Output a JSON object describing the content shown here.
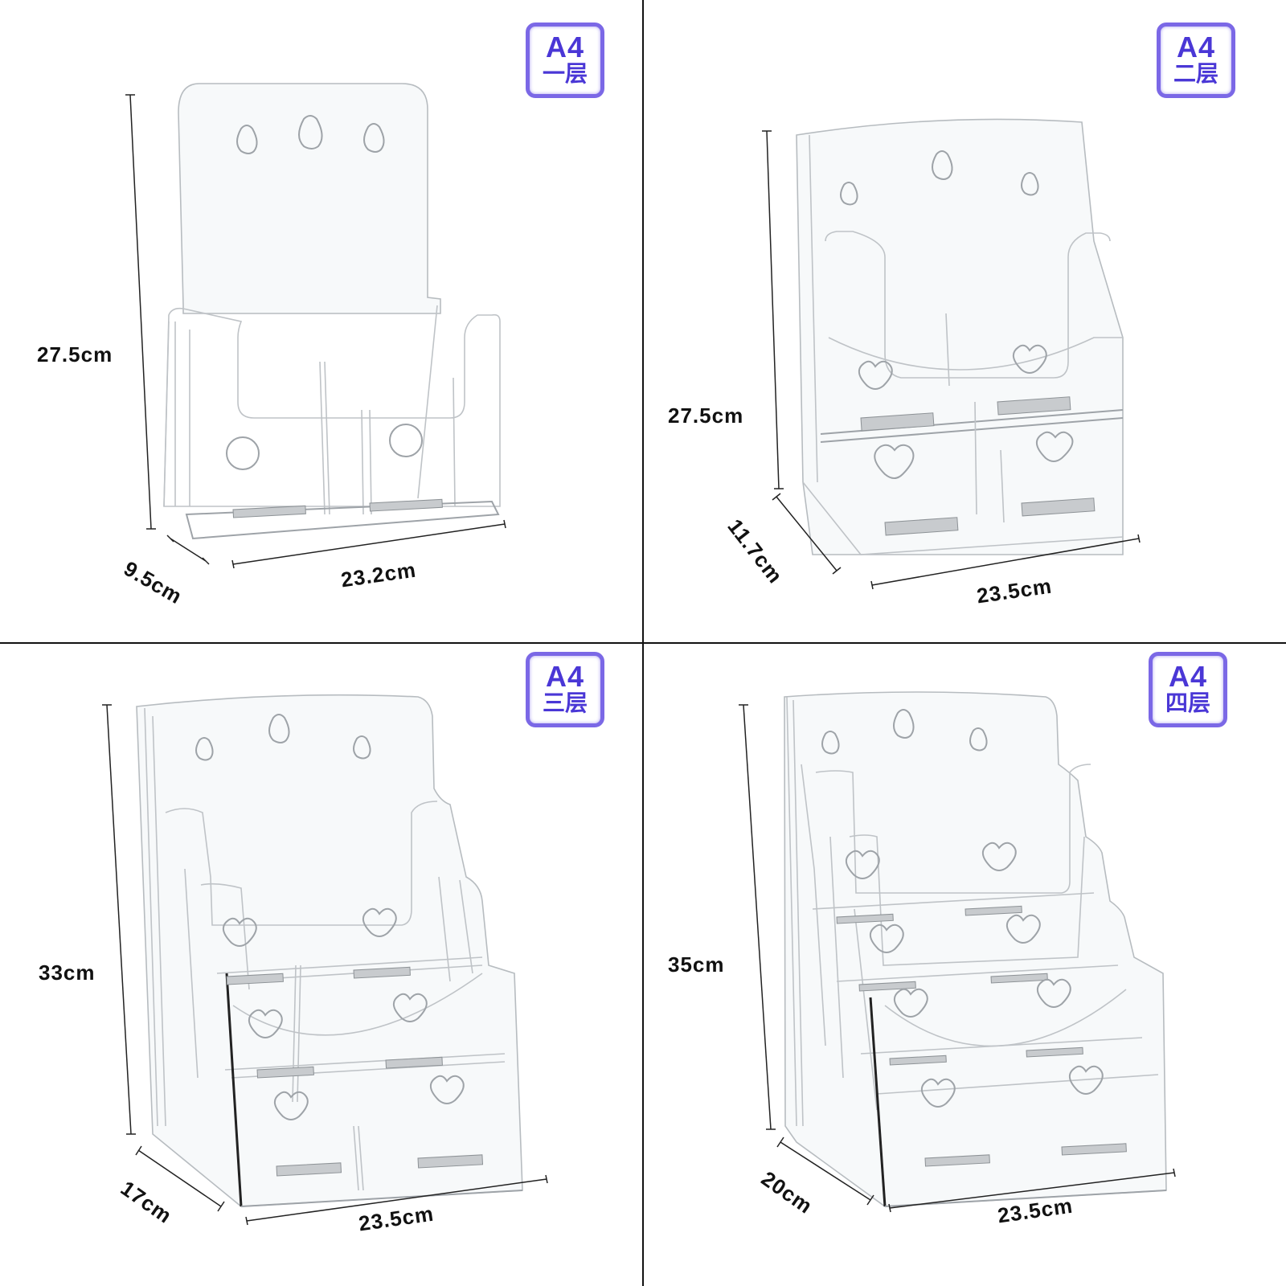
{
  "panels": [
    {
      "badge": {
        "size": "A4",
        "tier": "一层"
      },
      "dimensions": {
        "height": "27.5cm",
        "depth": "9.5cm",
        "width": "23.2cm"
      }
    },
    {
      "badge": {
        "size": "A4",
        "tier": "二层"
      },
      "dimensions": {
        "height": "27.5cm",
        "depth": "11.7cm",
        "width": "23.5cm"
      }
    },
    {
      "badge": {
        "size": "A4",
        "tier": "三层"
      },
      "dimensions": {
        "height": "33cm",
        "depth": "17cm",
        "width": "23.5cm"
      }
    },
    {
      "badge": {
        "size": "A4",
        "tier": "四层"
      },
      "dimensions": {
        "height": "35cm",
        "depth": "20cm",
        "width": "23.5cm"
      }
    }
  ],
  "colors": {
    "badge_border": "#7b68e6",
    "badge_text": "#4a37d6",
    "divider": "#111111",
    "label": "#111111"
  }
}
